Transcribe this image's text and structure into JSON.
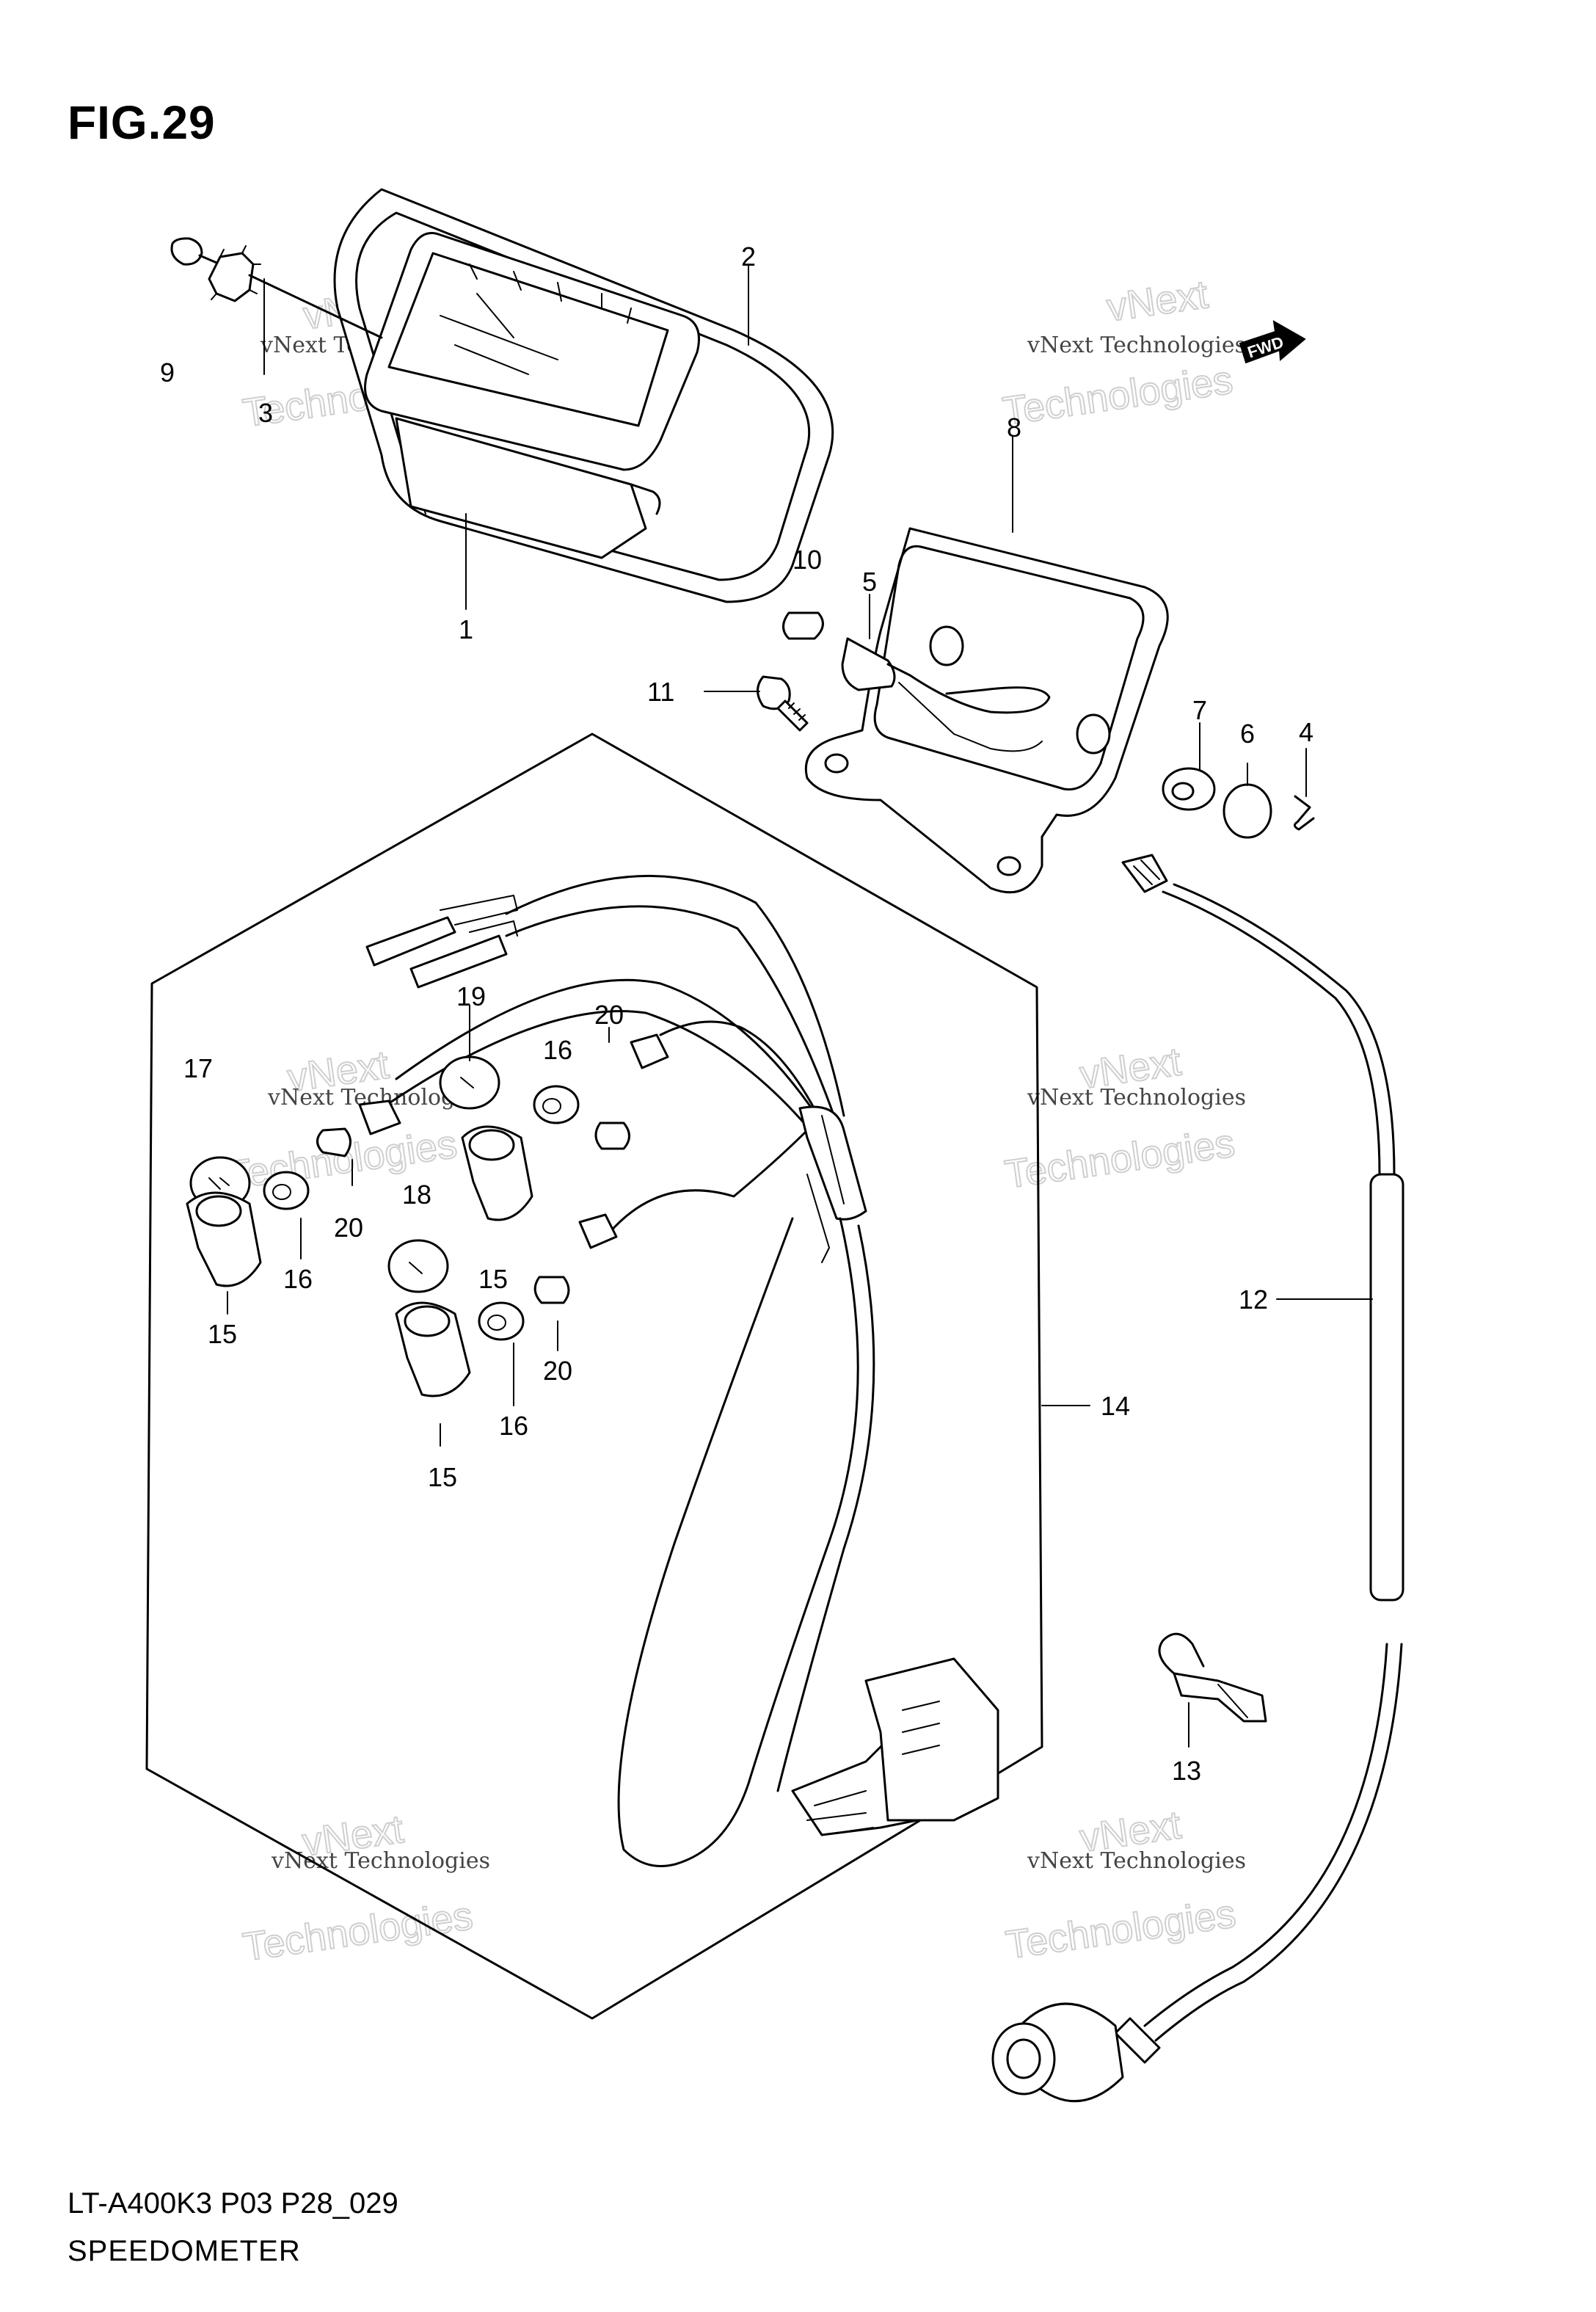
{
  "figure": {
    "title": "FIG.29"
  },
  "footer": {
    "model_code": "LT-A400K3 P03 P28_029",
    "section_name": "SPEEDOMETER"
  },
  "watermark": {
    "line1": "vNext Technologies",
    "line2": "vNext",
    "line3": "Technologies"
  },
  "orientation_arrow": {
    "label": "FWD"
  },
  "callouts": [
    {
      "ref": "1"
    },
    {
      "ref": "2"
    },
    {
      "ref": "3"
    },
    {
      "ref": "4"
    },
    {
      "ref": "5"
    },
    {
      "ref": "6"
    },
    {
      "ref": "7"
    },
    {
      "ref": "8"
    },
    {
      "ref": "9"
    },
    {
      "ref": "10"
    },
    {
      "ref": "11"
    },
    {
      "ref": "12"
    },
    {
      "ref": "13"
    },
    {
      "ref": "14"
    },
    {
      "ref": "15"
    },
    {
      "ref": "15"
    },
    {
      "ref": "15"
    },
    {
      "ref": "16"
    },
    {
      "ref": "16"
    },
    {
      "ref": "16"
    },
    {
      "ref": "17"
    },
    {
      "ref": "18"
    },
    {
      "ref": "19"
    },
    {
      "ref": "20"
    },
    {
      "ref": "20"
    },
    {
      "ref": "20"
    }
  ]
}
